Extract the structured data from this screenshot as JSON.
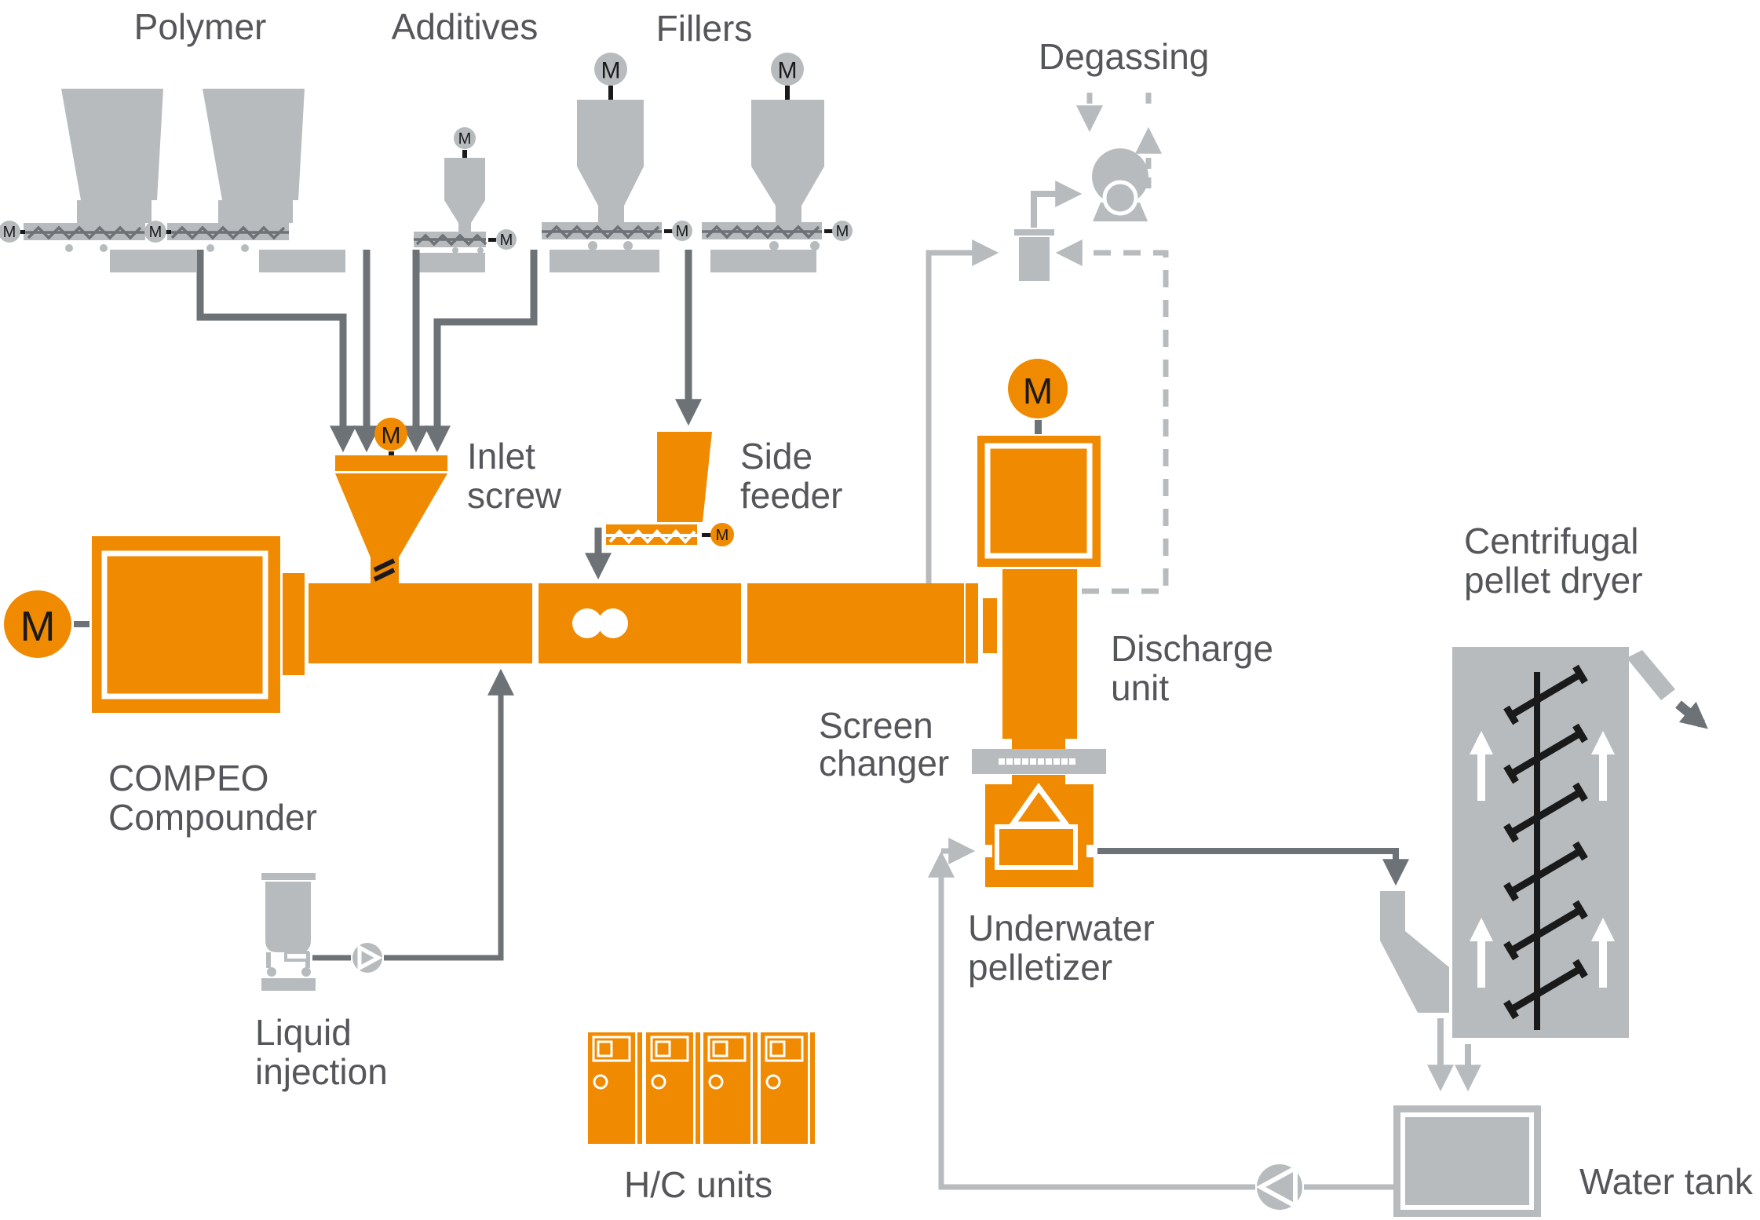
{
  "diagram_title_implicit": "COMPEO compounding line process diagram",
  "labels": {
    "polymer": "Polymer",
    "additives": "Additives",
    "fillers": "Fillers",
    "degassing": "Degassing",
    "inlet_screw": [
      "Inlet",
      "screw"
    ],
    "side_feeder": [
      "Side",
      "feeder"
    ],
    "discharge_unit": [
      "Discharge",
      "unit"
    ],
    "screen_changer": [
      "Screen",
      "changer"
    ],
    "compeo": [
      "COMPEO",
      "Compounder"
    ],
    "liquid_injection": [
      "Liquid",
      "injection"
    ],
    "hc_units": "H/C units",
    "underwater_pelletizer": [
      "Underwater",
      "pelletizer"
    ],
    "centrifugal_pellet_dryer": [
      "Centrifugal",
      "pellet dryer"
    ],
    "water_tank": "Water tank",
    "motor": "M"
  },
  "colors": {
    "orange": "#F08A00",
    "equipment_gray": "#B8BBBD",
    "line_dark": "#6D7276",
    "text_gray": "#55565A",
    "black": "#1A1A1A",
    "white": "#FFFFFF"
  }
}
